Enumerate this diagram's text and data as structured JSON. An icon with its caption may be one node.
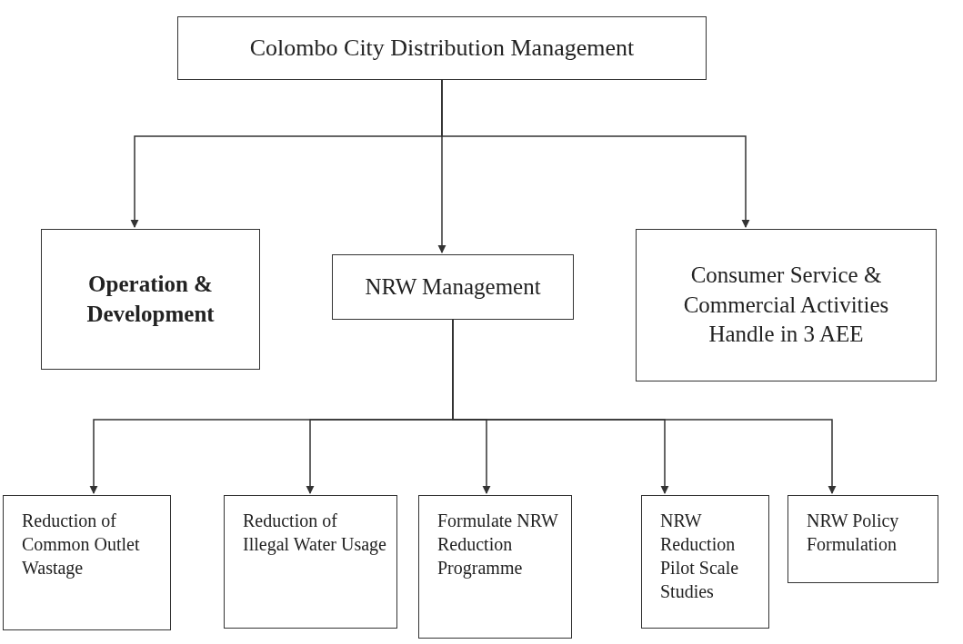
{
  "diagram": {
    "nodes": [
      {
        "text": [
          "Colombo City Distribution Management"
        ]
      },
      {
        "text": [
          "Operation & Development"
        ]
      },
      {
        "text": [
          "NRW Management"
        ]
      },
      {
        "text": [
          "Consumer Service & Commercial Activities Handle in 3 AEE"
        ]
      },
      {
        "text": [
          "Reduction of Common Outlet Wastage"
        ]
      },
      {
        "text": [
          "Reduction of Illegal Water Usage"
        ]
      },
      {
        "text": [
          "Formulate NRW Reduction Programme"
        ]
      },
      {
        "text": [
          "NRW Reduction Pilot Scale Studies"
        ]
      },
      {
        "text": [
          "NRW Policy Formulation"
        ]
      }
    ],
    "edges": [
      {
        "from": 0,
        "to": 1,
        "arrow": "to"
      },
      {
        "from": 0,
        "to": 2,
        "arrow": "to"
      },
      {
        "from": 0,
        "to": 3,
        "arrow": "to"
      },
      {
        "from": 2,
        "to": 4,
        "arrow": "to"
      },
      {
        "from": 2,
        "to": 5,
        "arrow": "to"
      },
      {
        "from": 2,
        "to": 6,
        "arrow": "to"
      },
      {
        "from": 2,
        "to": 7,
        "arrow": "to"
      },
      {
        "from": 2,
        "to": 8,
        "arrow": "to"
      }
    ]
  }
}
